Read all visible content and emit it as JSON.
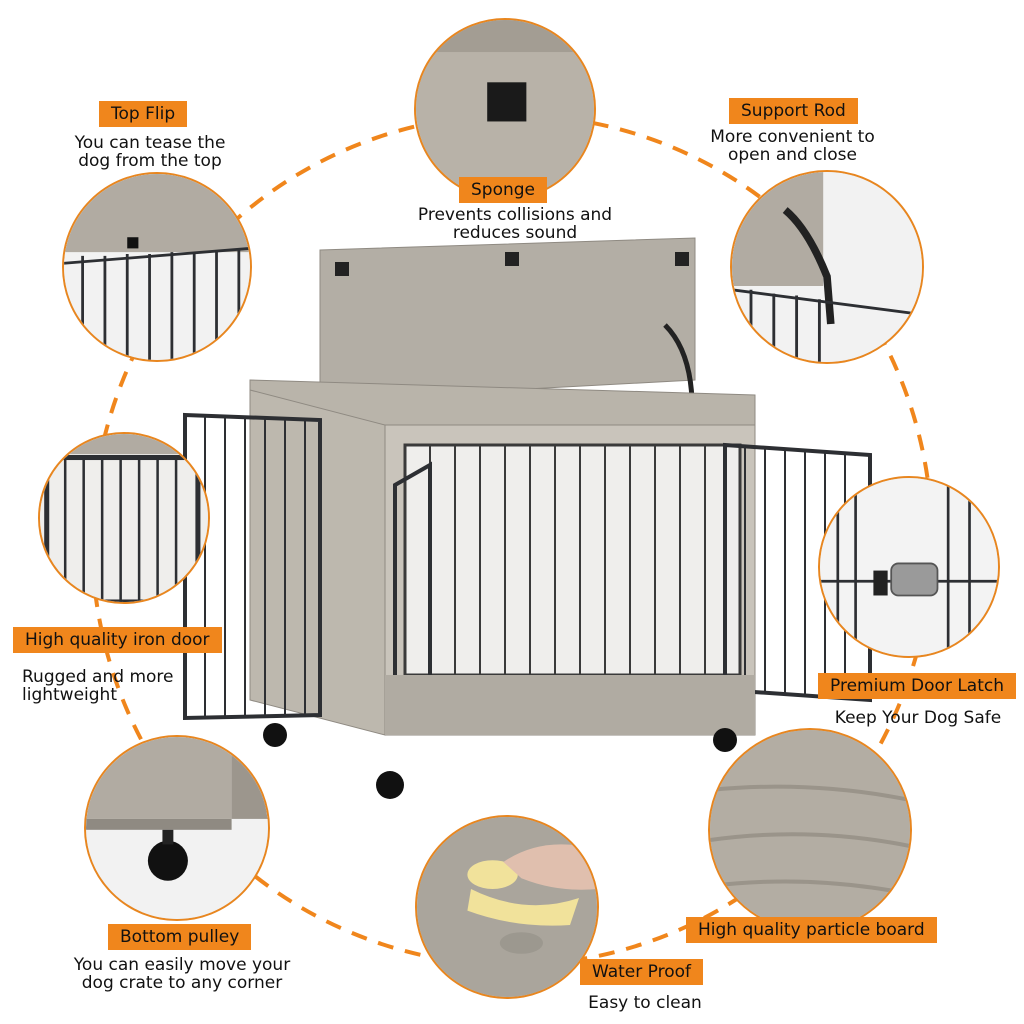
{
  "features": {
    "top_flip": {
      "title": "Top Flip",
      "desc": "You can tease the\ndog from the top"
    },
    "sponge": {
      "title": "Sponge",
      "desc": "Prevents collisions and\nreduces sound"
    },
    "support_rod": {
      "title": "Support Rod",
      "desc": "More convenient to\nopen and close"
    },
    "iron_door": {
      "title": "High quality iron door",
      "desc": "Rugged and more\nlightweight"
    },
    "door_latch": {
      "title": "Premium Door Latch",
      "desc": "Keep Your Dog Safe"
    },
    "bottom_pulley": {
      "title": "Bottom pulley",
      "desc": "You can easily move your\ndog crate to any corner"
    },
    "water_proof": {
      "title": "Water Proof",
      "desc": "Easy to clean"
    },
    "particle_board": {
      "title": "High quality particle board",
      "desc": ""
    }
  },
  "colors": {
    "accent": "#f0861c",
    "wood": "#a9a49b",
    "metal": "#2d2f33"
  }
}
